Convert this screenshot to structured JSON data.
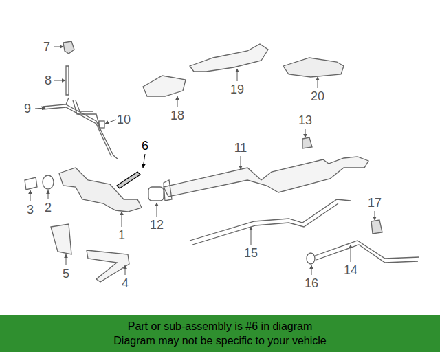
{
  "diagram": {
    "nodes": [
      {
        "text": [
          "Part or sub-assembly is #6 in diagram",
          "Diagram may not be specific to your vehicle"
        ]
      }
    ],
    "labels": [
      "7",
      "8",
      "19",
      "20",
      "18",
      "9",
      "10",
      "13",
      "6",
      "11",
      "3",
      "2",
      "17",
      "12",
      "1",
      "15",
      "5",
      "16",
      "14",
      "4"
    ]
  }
}
